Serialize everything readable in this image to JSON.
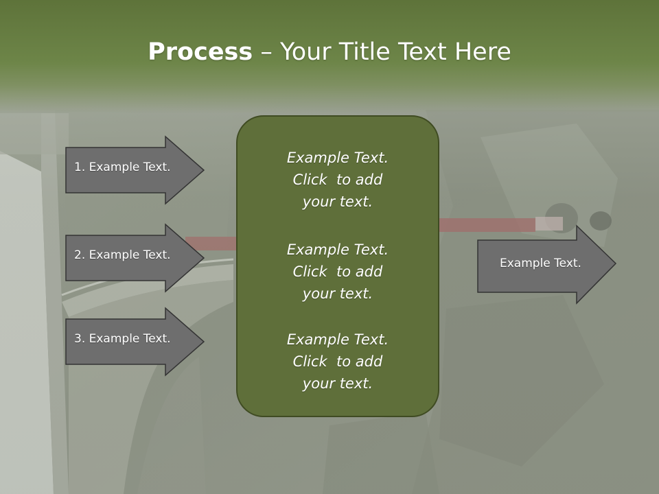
{
  "slide": {
    "title_bold": "Process",
    "title_rest": " – Your Title Text Here",
    "left_arrows": [
      {
        "label": "1. Example Text."
      },
      {
        "label": "2. Example Text."
      },
      {
        "label": "3. Example Text."
      }
    ],
    "center_blocks": [
      {
        "text": "Example Text.\nClick  to add\nyour text."
      },
      {
        "text": "Example Text.\nClick  to add\nyour text."
      },
      {
        "text": "Example Text.\nClick  to add\nyour text."
      }
    ],
    "right_arrow": {
      "label": "Example Text."
    }
  },
  "colors": {
    "title_band": "#6d8548",
    "box_fill": "#5f6f3a",
    "arrow_fill": "#6e6e6e",
    "arrow_stroke": "#333333",
    "text": "#ffffff"
  }
}
